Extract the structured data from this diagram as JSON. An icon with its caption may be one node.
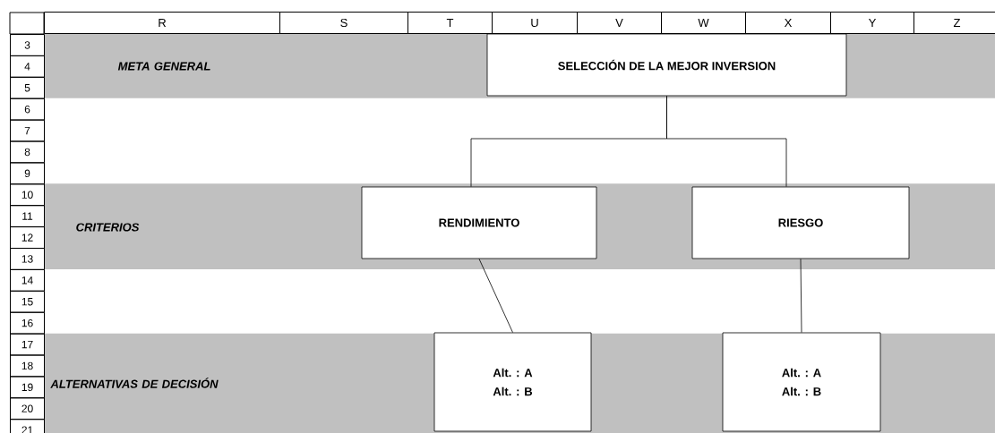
{
  "diagram": {
    "nodes": [
      {
        "text": [
          "SELECCIÓN DE LA MEJOR INVERSION"
        ]
      },
      {
        "text": [
          "RENDIMIENTO"
        ]
      },
      {
        "text": [
          "RIESGO"
        ]
      },
      {
        "text": [
          "Alt. :  A",
          "Alt. :  B"
        ]
      },
      {
        "text": [
          "Alt. :  A",
          "Alt. :  B"
        ]
      }
    ],
    "edges": [
      {
        "from": 0,
        "to": 1,
        "arrow": "none"
      },
      {
        "from": 0,
        "to": 2,
        "arrow": "none"
      },
      {
        "from": 1,
        "to": 3,
        "arrow": "none"
      },
      {
        "from": 2,
        "to": 4,
        "arrow": "none"
      }
    ],
    "labels": [
      "R",
      "S",
      "T",
      "U",
      "V",
      "W",
      "X",
      "Y",
      "Z",
      "3",
      "4",
      "5",
      "6",
      "7",
      "8",
      "9",
      "10",
      "11",
      "12",
      "13",
      "14",
      "15",
      "16",
      "17",
      "18",
      "19",
      "20",
      "21",
      "META   GENERAL",
      "CRITERIOS",
      "ALTERNATIVAS DE DECISIÓN"
    ]
  }
}
